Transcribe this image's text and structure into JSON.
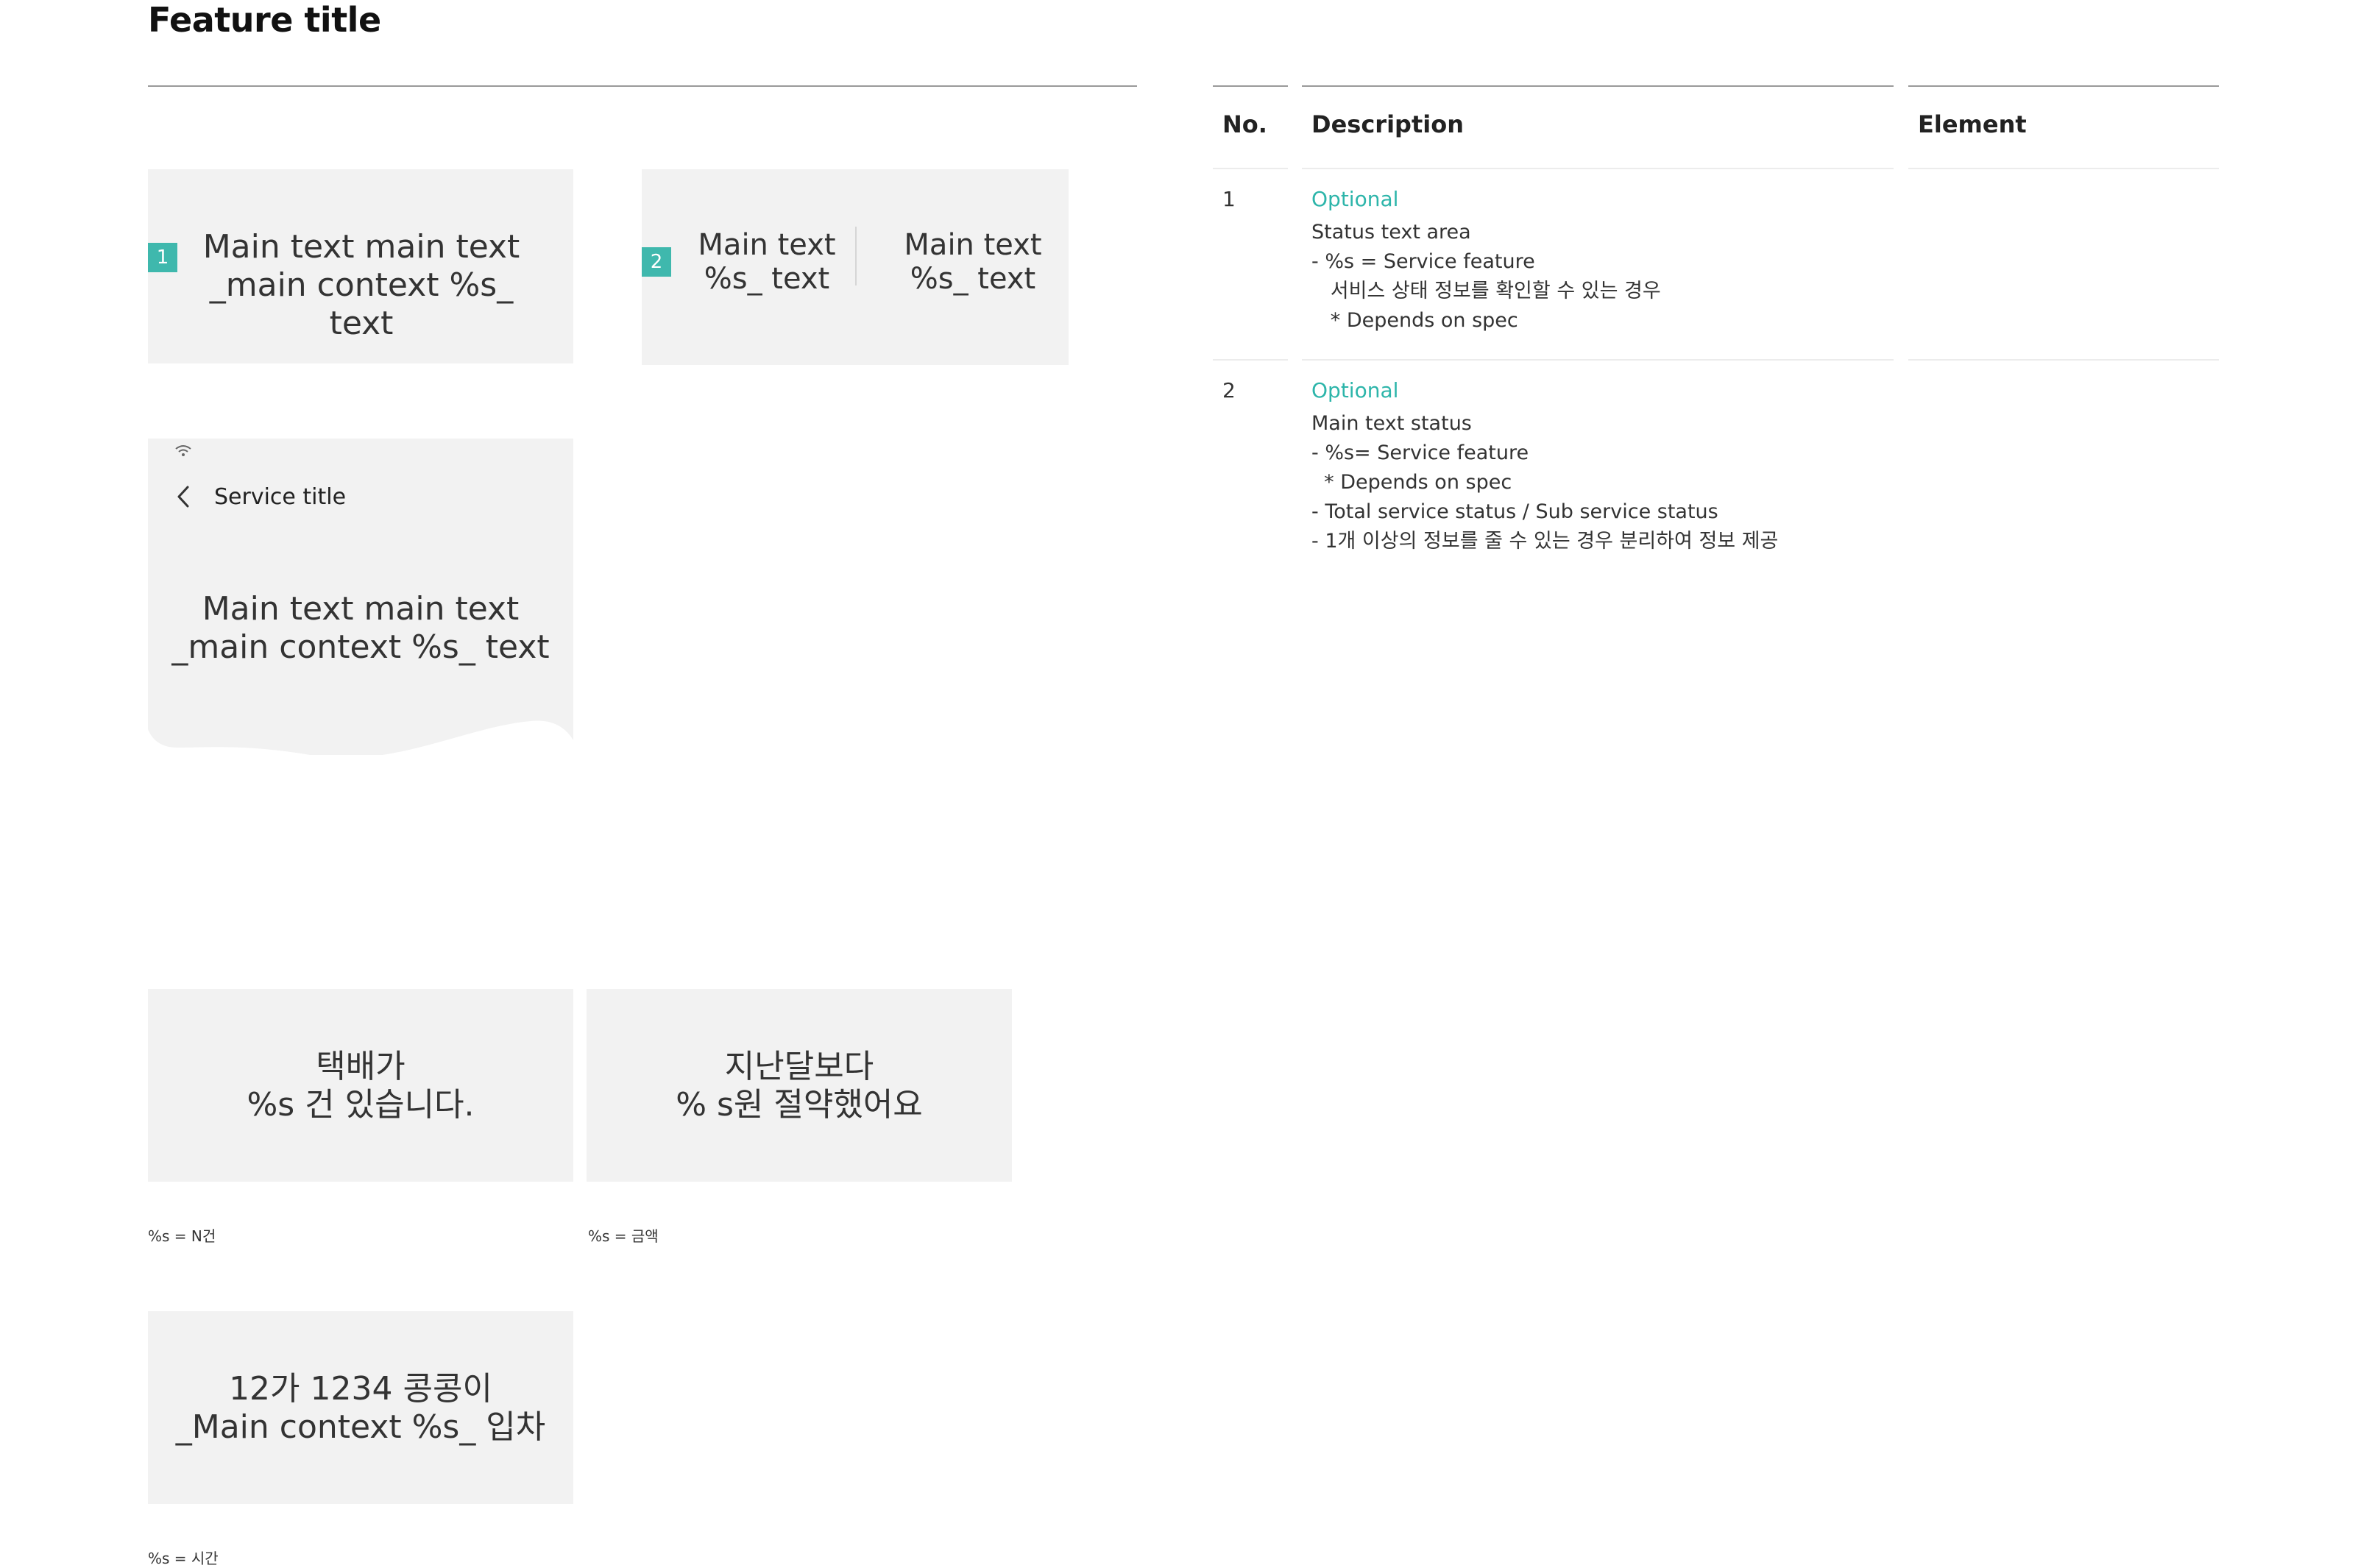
{
  "header": {
    "title": "Feature title"
  },
  "cards": {
    "c1": {
      "badge": "1",
      "line1": "Main text main text",
      "line2": "_main context %s_ text"
    },
    "c2": {
      "badge": "2",
      "left_line1": "Main text",
      "left_line2": "%s_ text",
      "right_line1": "Main text",
      "right_line2": "%s_ text"
    },
    "c3": {
      "service_title": "Service title",
      "line1": "Main text main text",
      "line2": "_main context %s_ text"
    },
    "c4": {
      "line1": "택배가",
      "line2": "%s 건 있습니다.",
      "note": "%s =  N건"
    },
    "c5": {
      "line1": "지난달보다",
      "line2": "% s원 절약했어요",
      "note": "%s =  금액"
    },
    "c6": {
      "line1": "12가 1234 콩콩이",
      "line2": "_Main context %s_ 입차",
      "note": "%s = 시간"
    }
  },
  "table": {
    "headers": {
      "no": "No.",
      "description": "Description",
      "element": "Element"
    },
    "rows": [
      {
        "no": "1",
        "tag": "Optional",
        "lines": [
          "Status text area",
          "- %s = Service feature",
          "   서비스 상태 정보를 확인할 수 있는 경우",
          "   * Depends on spec"
        ]
      },
      {
        "no": "2",
        "tag": "Optional",
        "lines": [
          "Main text status",
          "- %s= Service feature",
          "  * Depends on spec",
          "- Total service status / Sub service status",
          "- 1개 이상의 정보를 줄 수 있는 경우 분리하여 정보 제공"
        ]
      }
    ]
  },
  "colors": {
    "accent": "#3fb8ad",
    "card_bg": "#f2f2f2",
    "tag": "#2db5aa"
  },
  "icons": [
    "wifi-icon",
    "back-chevron-icon"
  ]
}
